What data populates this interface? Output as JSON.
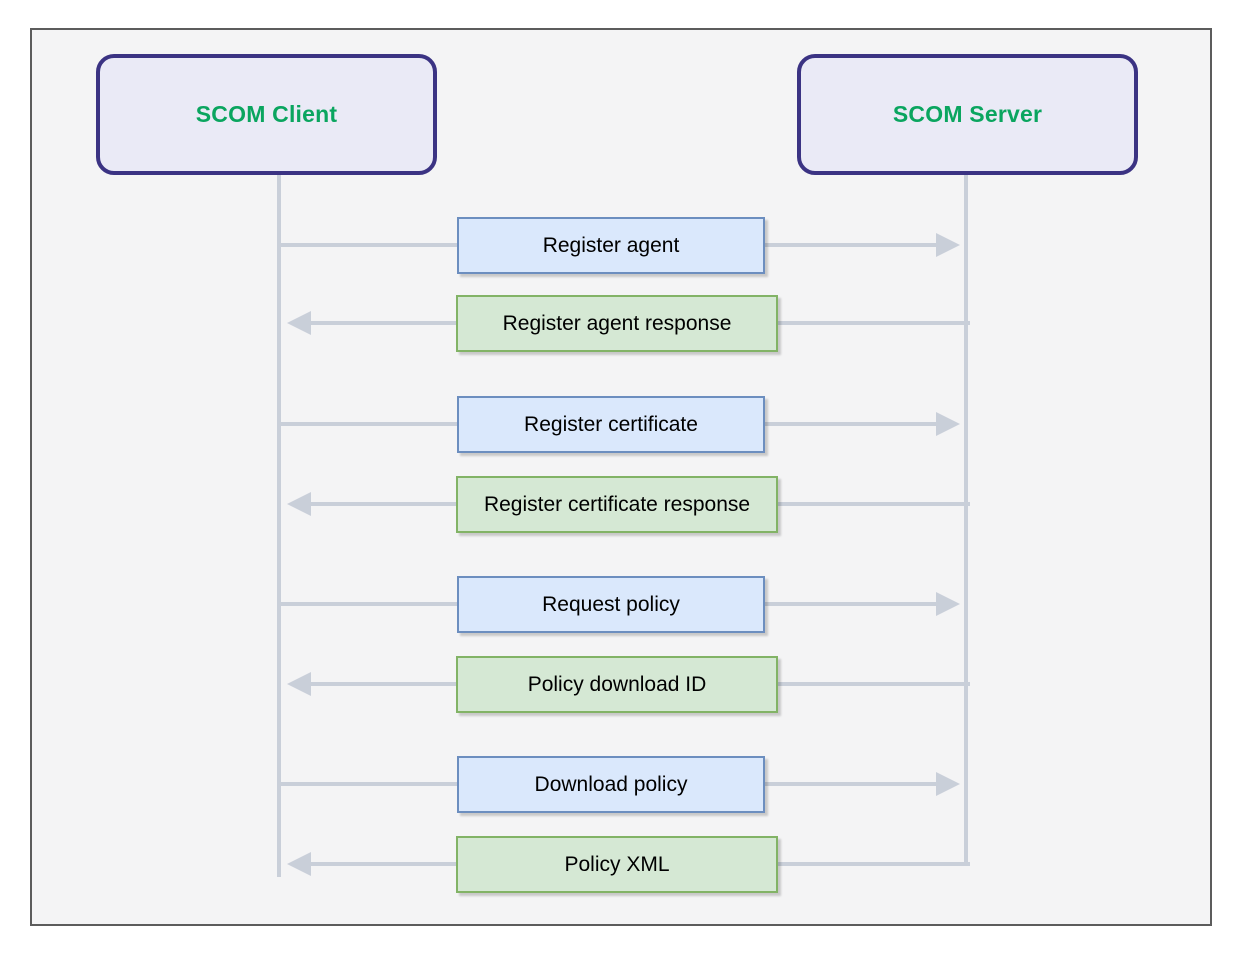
{
  "diagram_type": "sequence-diagram",
  "actors": [
    {
      "label": "SCOM Client"
    },
    {
      "label": "SCOM Server"
    }
  ],
  "messages": [
    {
      "label": "Register agent",
      "from": "SCOM Client",
      "to": "SCOM Server",
      "direction": "right",
      "kind": "request"
    },
    {
      "label": "Register agent response",
      "from": "SCOM Server",
      "to": "SCOM Client",
      "direction": "left",
      "kind": "response"
    },
    {
      "label": "Register certificate",
      "from": "SCOM Client",
      "to": "SCOM Server",
      "direction": "right",
      "kind": "request"
    },
    {
      "label": "Register certificate response",
      "from": "SCOM Server",
      "to": "SCOM Client",
      "direction": "left",
      "kind": "response"
    },
    {
      "label": "Request policy",
      "from": "SCOM Client",
      "to": "SCOM Server",
      "direction": "right",
      "kind": "request"
    },
    {
      "label": "Policy download ID",
      "from": "SCOM Server",
      "to": "SCOM Client",
      "direction": "left",
      "kind": "response"
    },
    {
      "label": "Download policy",
      "from": "SCOM Client",
      "to": "SCOM Server",
      "direction": "right",
      "kind": "request"
    },
    {
      "label": "Policy XML",
      "from": "SCOM Server",
      "to": "SCOM Client",
      "direction": "left",
      "kind": "response"
    }
  ],
  "colors": {
    "request_fill": "#dae8fc",
    "request_stroke": "#6c8ebf",
    "response_fill": "#d5e8d4",
    "response_stroke": "#82b366",
    "actor_fill": "#eaeaf6",
    "actor_stroke": "#3b3383",
    "actor_text": "#0aa55f",
    "line": "#c9cfd9",
    "frame_fill": "#f4f4f5",
    "frame_stroke": "#5c5c5c",
    "message_text": "#000000"
  }
}
